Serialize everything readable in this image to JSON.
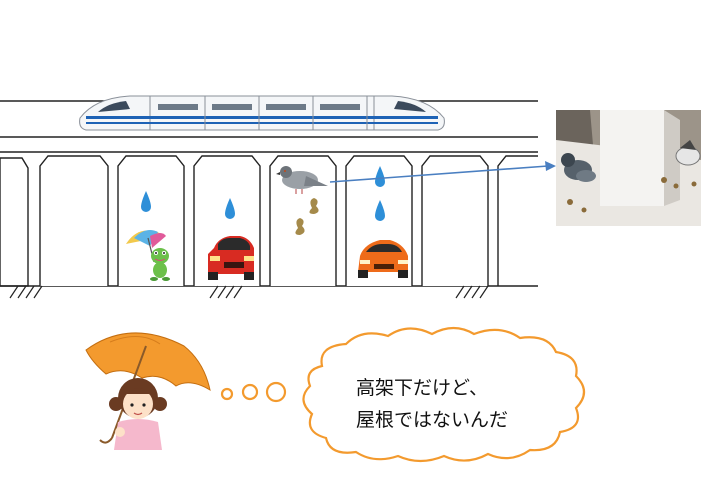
{
  "thought_bubble": {
    "line1": "高架下だけど、",
    "line2": "屋根ではないんだ"
  },
  "illustration": {
    "elements": [
      "train",
      "viaduct",
      "raindrop-icons",
      "frog-with-umbrella",
      "red-car",
      "pigeon",
      "bird-droppings",
      "orange-sports-car",
      "pigeon-photo",
      "girl-with-orange-umbrella"
    ],
    "colors": {
      "umbrella": "#f39a2e",
      "rain": "#2e8fd8",
      "red_car": "#d82b22",
      "orange_car": "#ee6b1a",
      "arrow": "#4a7fc1"
    }
  }
}
